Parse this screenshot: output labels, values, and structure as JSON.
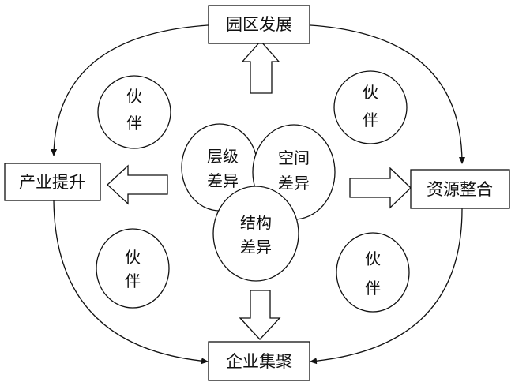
{
  "boxes": {
    "top": "园区发展",
    "left": "产业提升",
    "right": "资源整合",
    "bottom": "企业集聚"
  },
  "partners": {
    "top_left": [
      "伙",
      "伴"
    ],
    "top_right": [
      "伙",
      "伴"
    ],
    "bottom_left": [
      "伙",
      "伴"
    ],
    "bottom_right": [
      "伙",
      "伴"
    ]
  },
  "differences": {
    "level": [
      "层级",
      "差异"
    ],
    "spatial": [
      "空间",
      "差异"
    ],
    "structure": [
      "结构",
      "差异"
    ]
  },
  "colors": {
    "line": "#111111",
    "fill": "#ffffff"
  }
}
